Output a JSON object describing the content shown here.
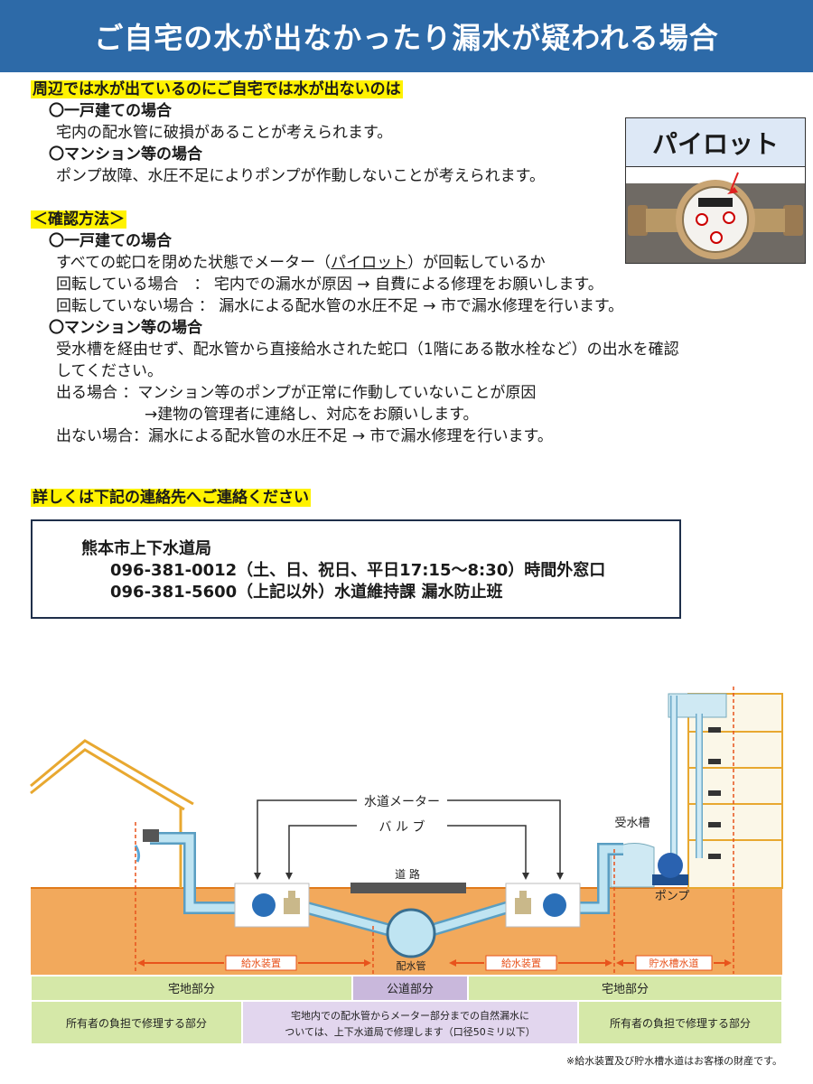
{
  "header": {
    "title": "ご自宅の水が出なかったり漏水が疑われる場合"
  },
  "intro": {
    "heading": "周辺では水が出ているのにご自宅では水が出ないのは",
    "house_title": "〇一戸建ての場合",
    "house_text": "宅内の配水管に破損があることが考えられます。",
    "mansion_title": "〇マンション等の場合",
    "mansion_text": "ポンプ故障、水圧不足によりポンプが作動しないことが考えられます。"
  },
  "pilot": {
    "title": "パイロット"
  },
  "check": {
    "heading": "＜確認方法＞",
    "house_title": "〇一戸建ての場合",
    "house_line1_a": "すべての蛇口を閉めた状態でメーター（",
    "house_line1_link": "パイロット",
    "house_line1_b": "）が回転しているか",
    "house_rotating": "回転している場合　：  宅内での漏水が原因  →  自費による修理をお願いします。",
    "house_not_rotating": "回転していない場合 ：  漏水による配水管の水圧不足  → 市で漏水修理を行います。",
    "mansion_title": "〇マンション等の場合",
    "mansion_line1": "受水槽を経由せず、配水管から直接給水された蛇口（1階にある散水栓など）の出水を確認",
    "mansion_line2": "してください。",
    "mansion_flows": "出る場合  ：マンション等のポンプが正常に作動していないことが原因",
    "mansion_flows2": "→建物の管理者に連絡し、対応をお願いします。",
    "mansion_no_flow": "出ない場合：漏水による配水管の水圧不足  →  市で漏水修理を行います。"
  },
  "contact": {
    "heading": "詳しくは下記の連絡先へご連絡ください",
    "org": "熊本市上下水道局",
    "line1": "096-381-0012（土、日、祝日、平日17:15～8:30）時間外窓口",
    "line2": "096-381-5600（上記以外）水道維持課  漏水防止班"
  },
  "diagram": {
    "meter_label": "水道メーター",
    "valve_label": "バ ル ブ",
    "road_label": "道 路",
    "tank_label": "受水槽",
    "pump_label": "ポンプ",
    "main_pipe_label": "配水管",
    "supply_left": "給水装置",
    "supply_right": "給水装置",
    "tank_pipe": "貯水槽水道",
    "private_left": "宅地部分",
    "public": "公道部分",
    "private_right": "宅地部分",
    "owner_left": "所有者の負担で修理する部分",
    "middle_line1": "宅地内での配水管からメーター部分までの自然漏水に",
    "middle_line2": "ついては、上下水道局で修理します（口径50ミリ以下）",
    "owner_right": "所有者の負担で修理する部分",
    "footnote": "※給水装置及び貯水槽水道はお客様の財産です。"
  },
  "colors": {
    "banner": "#2d6aa8",
    "highlight": "#fff200",
    "ground": "#f2a95c",
    "pipe": "#9fd4ea",
    "arrow": "#e8531c"
  }
}
